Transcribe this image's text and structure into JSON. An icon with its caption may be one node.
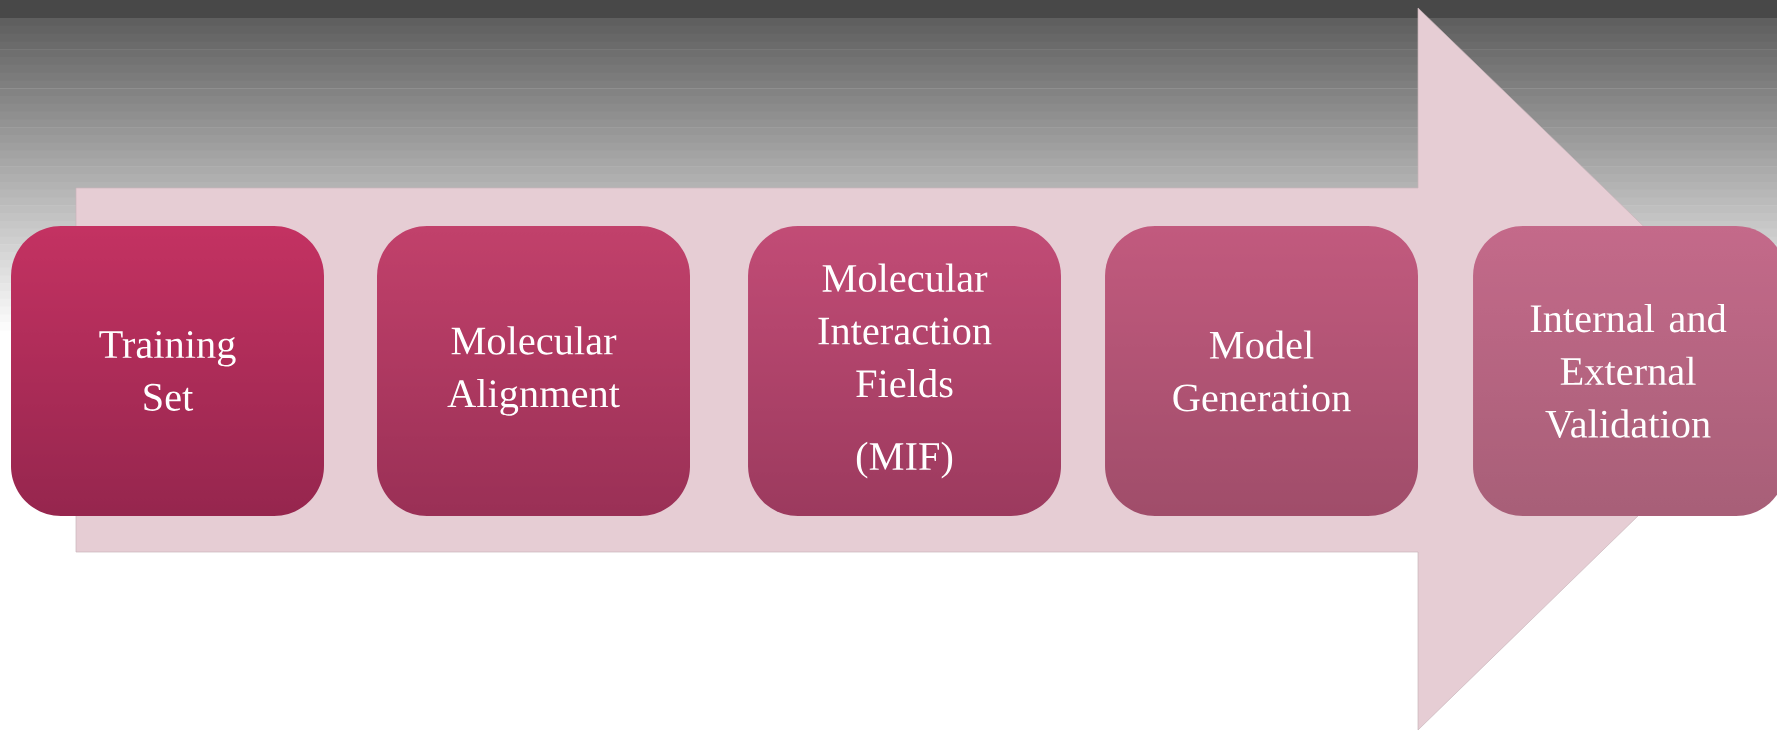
{
  "diagram": {
    "nodes": [
      {
        "text": [
          "Training Set"
        ]
      },
      {
        "text": [
          "Molecular Alignment"
        ]
      },
      {
        "text": [
          "Molecular Interaction Fields",
          "(MIF)"
        ]
      },
      {
        "text": [
          "Model Generation"
        ]
      },
      {
        "text": [
          "Internal and External Validation"
        ]
      }
    ]
  }
}
